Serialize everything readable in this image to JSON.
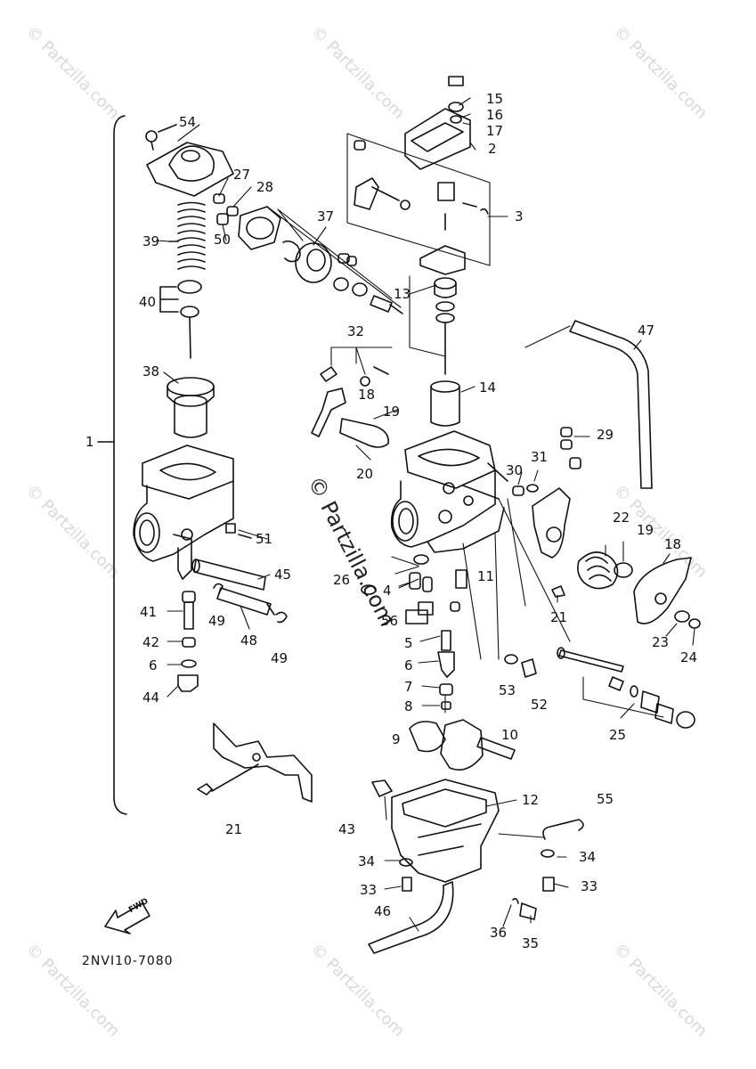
{
  "watermark": "© Partzilla.com",
  "center_watermark": "© Partzilla.com",
  "diagram_code": "2NVI10-7080",
  "fwd_label": "FWD",
  "callouts": [
    "1",
    "2",
    "3",
    "4",
    "5",
    "6",
    "7",
    "8",
    "9",
    "10",
    "11",
    "12",
    "13",
    "14",
    "15",
    "16",
    "17",
    "18",
    "19",
    "20",
    "21",
    "22",
    "23",
    "24",
    "25",
    "26",
    "27",
    "28",
    "29",
    "30",
    "31",
    "32",
    "33",
    "34",
    "35",
    "36",
    "37",
    "38",
    "39",
    "40",
    "41",
    "42",
    "43",
    "44",
    "45",
    "46",
    "47",
    "48",
    "49",
    "50",
    "51",
    "52",
    "53",
    "54",
    "55",
    "56"
  ]
}
